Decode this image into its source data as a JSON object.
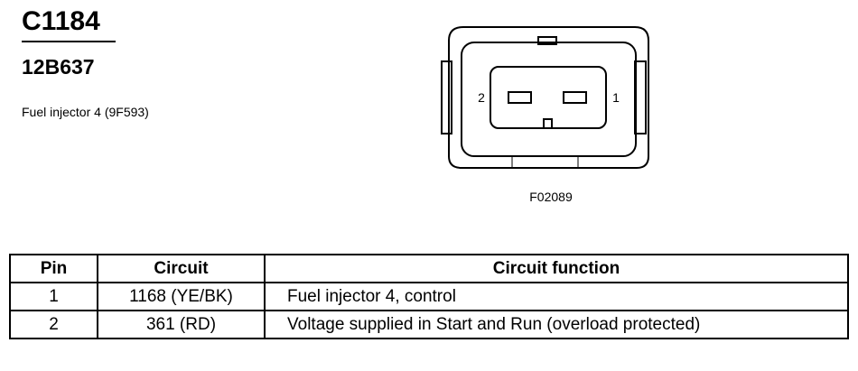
{
  "connector": {
    "id": "C1184",
    "part_number": "12B637",
    "description": "Fuel injector 4 (9F593)"
  },
  "diagram": {
    "pin_labels": {
      "left": "2",
      "right": "1"
    },
    "figure_code": "F02089"
  },
  "table": {
    "headers": {
      "pin": "Pin",
      "circuit": "Circuit",
      "function": "Circuit function"
    },
    "rows": [
      {
        "pin": "1",
        "circuit": "1168 (YE/BK)",
        "function": "Fuel injector 4, control"
      },
      {
        "pin": "2",
        "circuit": "361 (RD)",
        "function": "Voltage supplied in Start and Run (overload protected)"
      }
    ]
  }
}
